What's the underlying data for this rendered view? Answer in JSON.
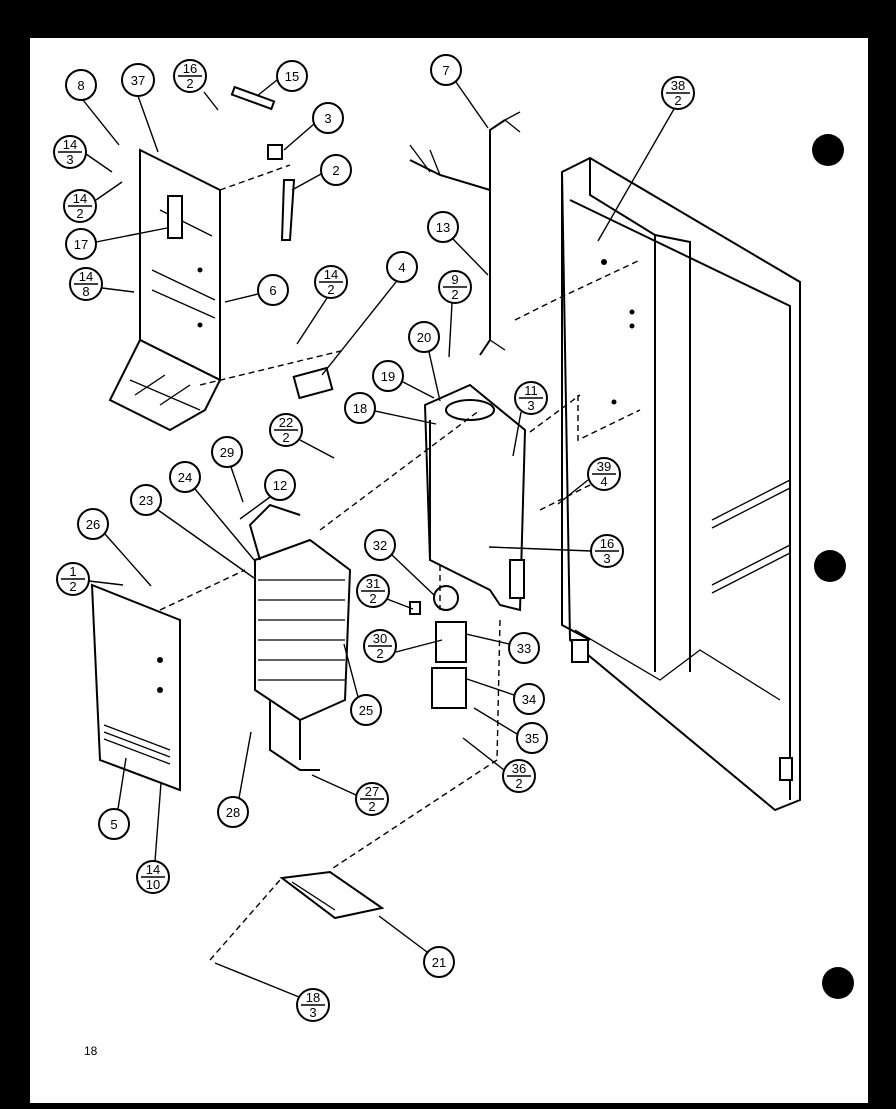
{
  "page_number": "18",
  "callouts": [
    {
      "id": "c8",
      "line1": "8",
      "line2": ""
    },
    {
      "id": "c37",
      "line1": "37",
      "line2": ""
    },
    {
      "id": "c16a",
      "line1": "16",
      "line2": "2"
    },
    {
      "id": "c15",
      "line1": "15",
      "line2": ""
    },
    {
      "id": "c3",
      "line1": "3",
      "line2": ""
    },
    {
      "id": "c2",
      "line1": "2",
      "line2": ""
    },
    {
      "id": "c14a",
      "line1": "14",
      "line2": "3"
    },
    {
      "id": "c14b",
      "line1": "14",
      "line2": "2"
    },
    {
      "id": "c17",
      "line1": "17",
      "line2": ""
    },
    {
      "id": "c14c",
      "line1": "14",
      "line2": "8"
    },
    {
      "id": "c6",
      "line1": "6",
      "line2": ""
    },
    {
      "id": "c14d",
      "line1": "14",
      "line2": "2"
    },
    {
      "id": "c4",
      "line1": "4",
      "line2": ""
    },
    {
      "id": "c7",
      "line1": "7",
      "line2": ""
    },
    {
      "id": "c13",
      "line1": "13",
      "line2": ""
    },
    {
      "id": "c38",
      "line1": "38",
      "line2": "2"
    },
    {
      "id": "c9",
      "line1": "9",
      "line2": "2"
    },
    {
      "id": "c20",
      "line1": "20",
      "line2": ""
    },
    {
      "id": "c19",
      "line1": "19",
      "line2": ""
    },
    {
      "id": "c18",
      "line1": "18",
      "line2": ""
    },
    {
      "id": "c11",
      "line1": "11",
      "line2": "3"
    },
    {
      "id": "c22",
      "line1": "22",
      "line2": "2"
    },
    {
      "id": "c39",
      "line1": "39",
      "line2": "4"
    },
    {
      "id": "c29",
      "line1": "29",
      "line2": ""
    },
    {
      "id": "c24",
      "line1": "24",
      "line2": ""
    },
    {
      "id": "c12",
      "line1": "12",
      "line2": ""
    },
    {
      "id": "c23",
      "line1": "23",
      "line2": ""
    },
    {
      "id": "c26",
      "line1": "26",
      "line2": ""
    },
    {
      "id": "c16b",
      "line1": "16",
      "line2": "3"
    },
    {
      "id": "c32",
      "line1": "32",
      "line2": ""
    },
    {
      "id": "c1",
      "line1": "1",
      "line2": "2"
    },
    {
      "id": "c31",
      "line1": "31",
      "line2": "2"
    },
    {
      "id": "c33",
      "line1": "33",
      "line2": ""
    },
    {
      "id": "c30",
      "line1": "30",
      "line2": "2"
    },
    {
      "id": "c34",
      "line1": "34",
      "line2": ""
    },
    {
      "id": "c25",
      "line1": "25",
      "line2": ""
    },
    {
      "id": "c35",
      "line1": "35",
      "line2": ""
    },
    {
      "id": "c36",
      "line1": "36",
      "line2": "2"
    },
    {
      "id": "c27",
      "line1": "27",
      "line2": "2"
    },
    {
      "id": "c28",
      "line1": "28",
      "line2": ""
    },
    {
      "id": "c5",
      "line1": "5",
      "line2": ""
    },
    {
      "id": "c14e",
      "line1": "14",
      "line2": "10"
    },
    {
      "id": "c21",
      "line1": "21",
      "line2": ""
    },
    {
      "id": "c18b",
      "line1": "18",
      "line2": "3"
    }
  ]
}
